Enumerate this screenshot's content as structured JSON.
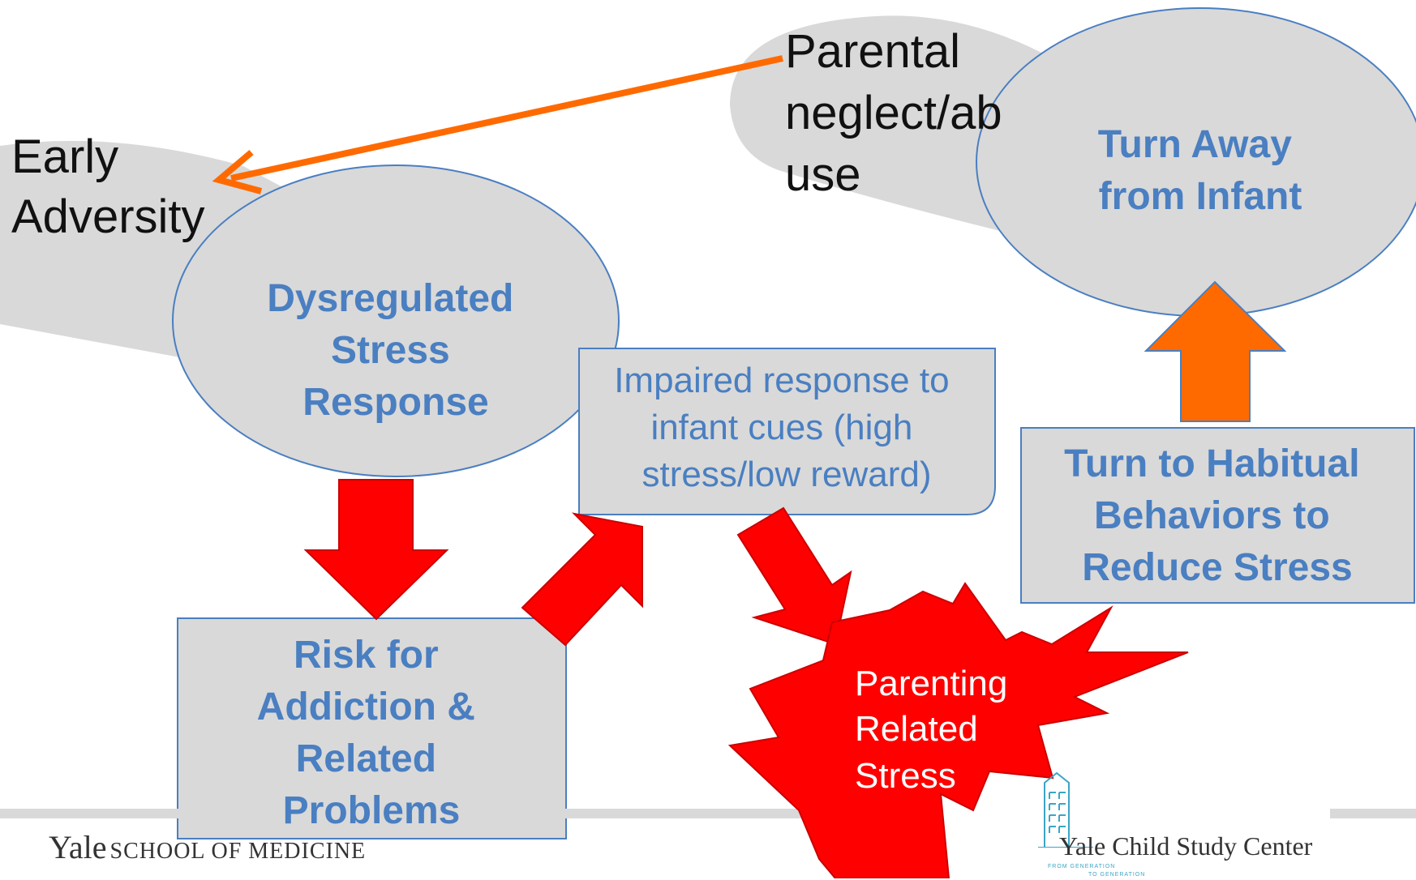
{
  "labels": {
    "early_adversity": [
      "Early",
      "Adversity"
    ],
    "parental_neglect": [
      "Parental",
      "neglect/ab",
      "use"
    ],
    "dysregulated": [
      "Dysregulated",
      "Stress",
      "Response"
    ],
    "turn_away": [
      "Turn Away",
      "from Infant"
    ],
    "impaired": [
      "Impaired response to",
      "infant cues (high",
      "stress/low reward)"
    ],
    "habitual": [
      "Turn to Habitual",
      "Behaviors to",
      "Reduce Stress"
    ],
    "risk": [
      "Risk for",
      "Addiction &",
      "Related",
      "Problems"
    ],
    "parenting_stress": [
      "Parenting",
      "Related",
      "Stress"
    ]
  },
  "footer": {
    "yale_name": "Yale",
    "yale_school": "SCHOOL OF MEDICINE",
    "csc_name": "Yale Child Study Center",
    "csc_tagline_1": "FROM GENERATION",
    "csc_tagline_2": "TO GENERATION"
  },
  "colors": {
    "shape_fill": "#d9d9d9",
    "shape_stroke": "#4a7fc1",
    "text_blue": "#4a7fc1",
    "arrow_red": "#ff0000",
    "arrow_orange": "#ff6a00",
    "starburst_red": "#ff0000"
  }
}
